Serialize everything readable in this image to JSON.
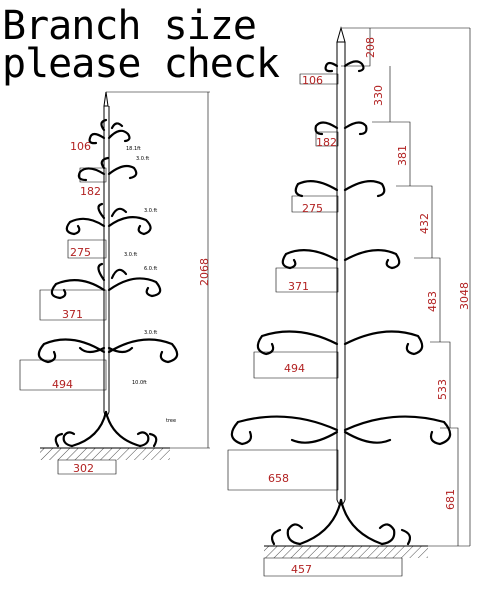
{
  "title": {
    "line1": "Branch size",
    "line2": "please check"
  },
  "left_tree": {
    "height_label": "2068",
    "base_label": "302",
    "branch_labels": [
      "106",
      "182",
      "275",
      "371",
      "494"
    ],
    "notes": [
      "18.1ft",
      "3.0.ft",
      "3.0.ft",
      "3.0.ft",
      "6.0.ft",
      "3.0.ft",
      "10.0ft",
      "tree"
    ]
  },
  "right_tree": {
    "total_height_label": "3048",
    "base_label": "457",
    "branch_labels": [
      "106",
      "182",
      "275",
      "371",
      "494",
      "658"
    ],
    "segment_labels": [
      "208",
      "330",
      "381",
      "432",
      "483",
      "533",
      "681"
    ]
  },
  "colors": {
    "dimension": "#b22222",
    "line": "#000000",
    "background": "#ffffff"
  }
}
